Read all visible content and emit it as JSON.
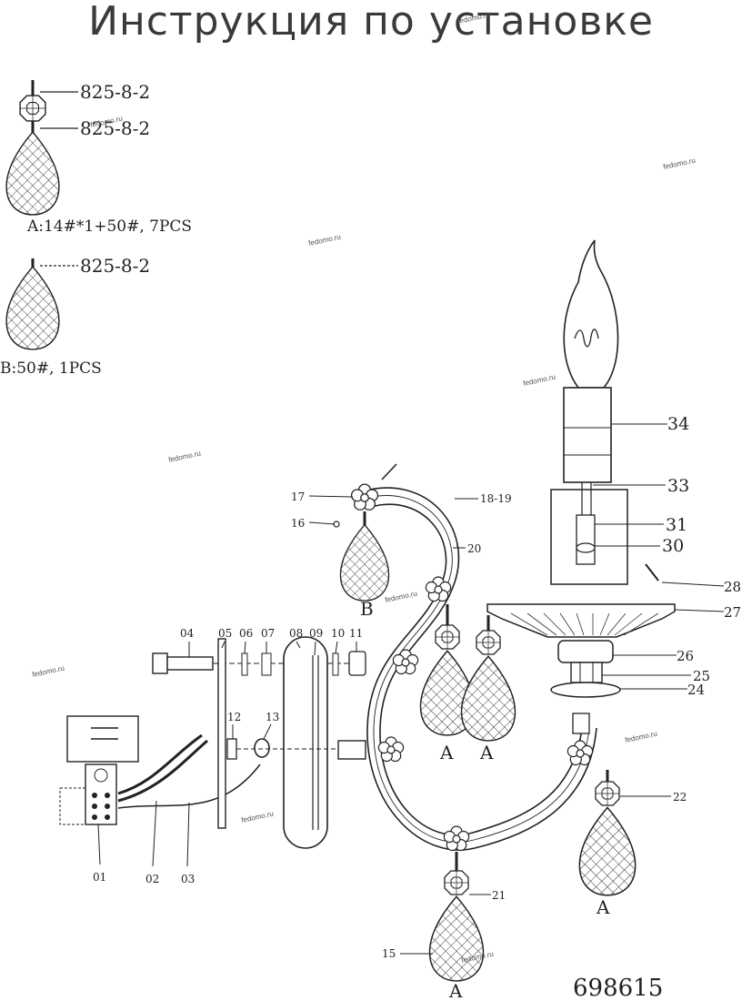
{
  "title": "Инструкция по установке",
  "legend": {
    "top_code_1": "825-8-2",
    "top_code_2": "825-8-2",
    "spec_a": "A:14#*1+50#, 7PCS",
    "mid_code": "825-8-2",
    "spec_b": "B:50#, 1PCS"
  },
  "parts": {
    "p01": "01",
    "p02": "02",
    "p03": "03",
    "p04": "04",
    "p05": "05",
    "p06": "06",
    "p07": "07",
    "p08": "08",
    "p09": "09",
    "p10": "10",
    "p11": "11",
    "p12": "12",
    "p13": "13",
    "p15": "15",
    "p16": "16",
    "p17": "17",
    "p18_19": "18-19",
    "p20": "20",
    "p21": "21",
    "p22": "22",
    "p24": "24",
    "p25": "25",
    "p26": "26",
    "p27": "27",
    "p28": "28",
    "p30": "30",
    "p31": "31",
    "p33": "33",
    "p34": "34"
  },
  "crystal_labels": {
    "a": "A",
    "b": "B"
  },
  "watermark": "fedomo.ru",
  "model_number": "698615"
}
